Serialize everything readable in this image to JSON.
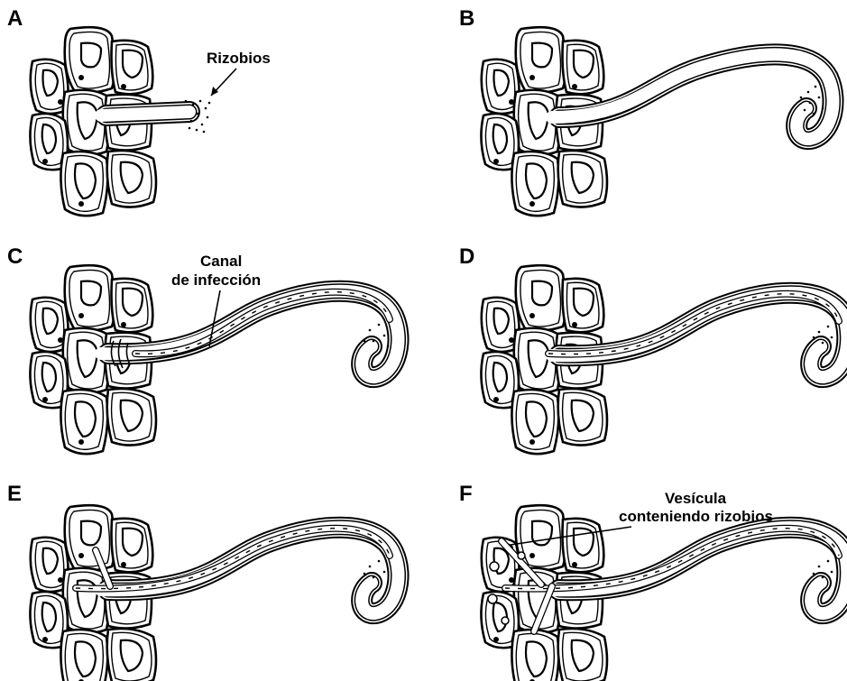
{
  "panels": [
    {
      "id": "A",
      "label": "A",
      "stage": "contact"
    },
    {
      "id": "B",
      "label": "B",
      "stage": "curl"
    },
    {
      "id": "C",
      "label": "C",
      "stage": "canal"
    },
    {
      "id": "D",
      "label": "D",
      "stage": "canal-enter"
    },
    {
      "id": "E",
      "label": "E",
      "stage": "canal-branch"
    },
    {
      "id": "F",
      "label": "F",
      "stage": "vesicles"
    }
  ],
  "annotations": {
    "rizobios": "Rizobios",
    "canal_line1": "Canal",
    "canal_line2": "de infección",
    "vesicula_line1": "Vesícula",
    "vesicula_line2": "conteniendo rizobios"
  },
  "colors": {
    "ink": "#000000",
    "paper": "#ffffff"
  }
}
